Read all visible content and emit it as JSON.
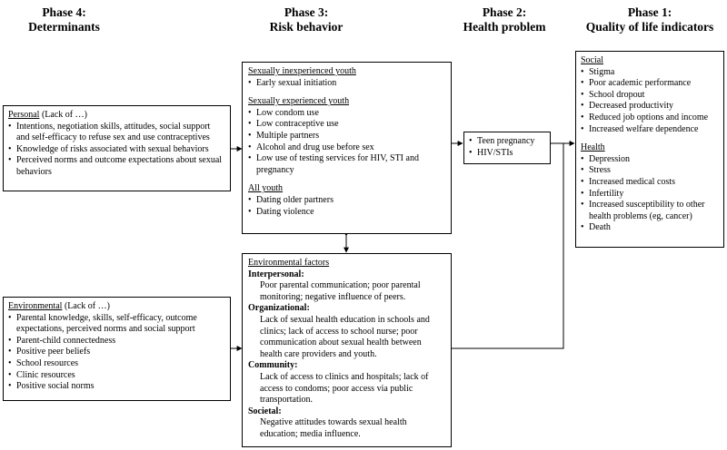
{
  "phases": {
    "p4": {
      "line1": "Phase 4:",
      "line2": "Determinants"
    },
    "p3": {
      "line1": "Phase 3:",
      "line2": "Risk behavior"
    },
    "p2": {
      "line1": "Phase 2:",
      "line2": "Health problem"
    },
    "p1": {
      "line1": "Phase 1:",
      "line2": "Quality of life indicators"
    }
  },
  "personal": {
    "title": "Personal",
    "title_suffix": " (Lack of …)",
    "items": [
      "Intentions, negotiation skills, attitudes, social support and self-efficacy to refuse sex and use contraceptives",
      "Knowledge of risks associated with sexual behaviors",
      "Perceived norms and outcome expectations about sexual behaviors"
    ]
  },
  "environmental": {
    "title": "Environmental",
    "title_suffix": " (Lack of …)",
    "items": [
      "Parental knowledge, skills, self-efficacy, outcome expectations, perceived norms and social support",
      "Parent-child connectedness",
      "Positive peer beliefs",
      "School resources",
      "Clinic resources",
      "Positive social norms"
    ]
  },
  "risk": {
    "inexperienced": {
      "title": "Sexually inexperienced youth",
      "items": [
        "Early sexual initiation"
      ]
    },
    "experienced": {
      "title": "Sexually experienced youth",
      "items": [
        "Low condom use",
        "Low contraceptive use",
        "Multiple partners",
        "Alcohol and drug use before sex",
        "Low use of testing services for HIV, STI and pregnancy"
      ]
    },
    "all": {
      "title": "All youth",
      "items": [
        "Dating older partners",
        "Dating violence"
      ]
    }
  },
  "env_factors": {
    "title": "Environmental factors",
    "interpersonal": {
      "label": "Interpersonal:",
      "text": "Poor parental communication; poor parental monitoring; negative influence of peers."
    },
    "organizational": {
      "label": "Organizational:",
      "text": "Lack of sexual health education in schools and clinics; lack of access to school nurse; poor communication about sexual health between health care providers and youth."
    },
    "community": {
      "label": "Community:",
      "text": "Lack of access to clinics and hospitals; lack of access to condoms; poor access via public transportation."
    },
    "societal": {
      "label": "Societal:",
      "text": "Negative attitudes towards sexual health education; media influence."
    }
  },
  "health_problem": {
    "items": [
      "Teen pregnancy",
      "HIV/STIs"
    ]
  },
  "qol": {
    "social": {
      "title": "Social",
      "items": [
        "Stigma",
        "Poor academic performance",
        "School dropout",
        "Decreased productivity",
        "Reduced job options and income",
        "Increased welfare dependence"
      ]
    },
    "health": {
      "title": "Health",
      "items": [
        "Depression",
        "Stress",
        "Increased medical costs",
        "Infertility",
        "Increased susceptibility to other health problems (eg, cancer)",
        "Death"
      ]
    }
  }
}
